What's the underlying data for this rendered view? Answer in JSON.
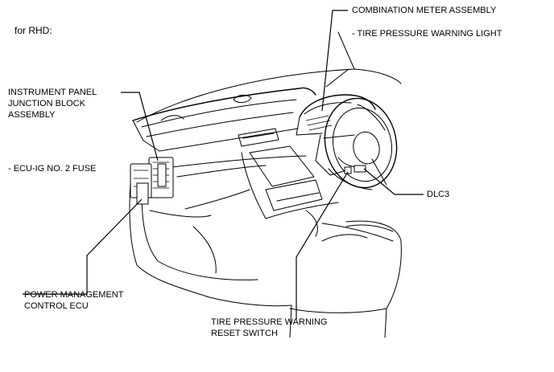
{
  "variant_label": "for RHD:",
  "labels": {
    "combination_meter": "COMBINATION METER ASSEMBLY",
    "tire_pressure_light": "- TIRE PRESSURE WARNING LIGHT",
    "junction_block_line1": "INSTRUMENT PANEL",
    "junction_block_line2": "JUNCTION BLOCK",
    "junction_block_line3": "ASSEMBLY",
    "fuse": "- ECU-IG NO. 2 FUSE",
    "dlc3": "DLC3",
    "power_mgmt_line1": "POWER MANAGEMENT",
    "power_mgmt_line2": "CONTROL ECU",
    "reset_switch_line1": "TIRE PRESSURE WARNING",
    "reset_switch_line2": "RESET SWITCH"
  }
}
